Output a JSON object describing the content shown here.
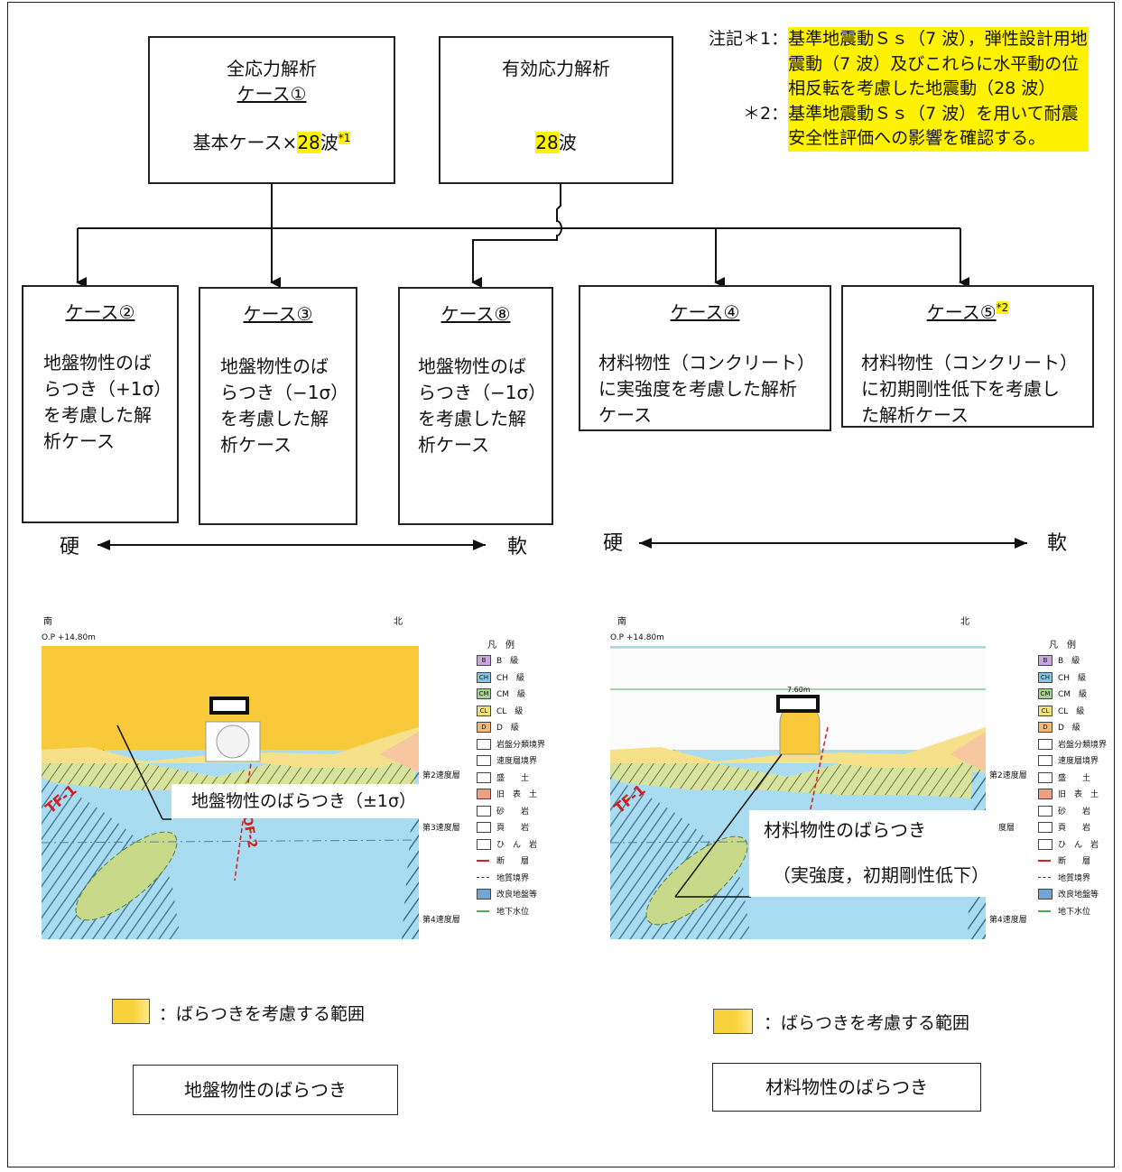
{
  "top_left_box": {
    "line1": "全応力解析",
    "line2": "ケース①",
    "line3_pre": "基本ケース×",
    "line3_num": "28",
    "line3_post": "波",
    "line3_sup": "*1"
  },
  "top_mid_box": {
    "line1": "有効応力解析",
    "num": "28",
    "post": "波"
  },
  "notes": {
    "n1_label": "注記＊1：",
    "n1_text": "基準地震動Ｓｓ（7 波），弾性設計用地震動（7 波）及びこれらに水平動の位相反転を考慮した地震動（28 波）",
    "n2_label": "＊2：",
    "n2_text": "基準地震動Ｓｓ（7 波）を用いて耐震安全性評価への影響を確認する。"
  },
  "cases": [
    {
      "title": "ケース②",
      "sup": "",
      "lines": [
        "地盤物性のば",
        "らつき（+1σ）",
        "を考慮した解",
        "析ケース"
      ]
    },
    {
      "title": "ケース③",
      "sup": "",
      "lines": [
        "地盤物性のば",
        "らつき（−1σ）",
        "を考慮した解",
        "析ケース"
      ]
    },
    {
      "title": "ケース⑧",
      "sup": "",
      "lines": [
        "地盤物性のば",
        "らつき（−1σ）",
        "を考慮した解",
        "析ケース"
      ]
    },
    {
      "title": "ケース④",
      "sup": "",
      "lines": [
        "材料物性（コンクリート）",
        "に実強度を考慮した解析",
        "ケース"
      ]
    },
    {
      "title": "ケース⑤",
      "sup": "*2",
      "lines": [
        "材料物性（コンクリート）",
        "に初期剛性低下を考慮し",
        "た解析ケース"
      ]
    }
  ],
  "scale_left": {
    "hard": "硬",
    "soft": "軟"
  },
  "scale_right": {
    "hard": "硬",
    "soft": "軟"
  },
  "figure_left": {
    "south": "南",
    "north": "北",
    "elev": "O.P +14.80m",
    "callout": "地盤物性のばらつき（±1σ）",
    "fault1": "TF-1",
    "fault2": "OF-2",
    "layer2": "第2速度層",
    "layer3": "第3速度層",
    "layer4": "第4速度層"
  },
  "figure_right": {
    "south": "南",
    "north": "北",
    "elev": "O.P +14.80m",
    "dim": "7.60m",
    "callout1": "材料物性のばらつき",
    "callout2": "（実強度，初期剛性低下）",
    "fault1": "TF-1",
    "layer2": "第2速度層",
    "layer3": "度層",
    "layer4": "第4速度層"
  },
  "legend": {
    "title": "凡　例",
    "items": [
      "B　級",
      "CH　級",
      "CM　級",
      "CL　級",
      "D　級",
      "岩盤分類境界",
      "速度層境界",
      "盛　　土",
      "旧　表　土",
      "砂　　岩",
      "頁　　岩",
      "ひ　ん　岩",
      "断　　層",
      "地質境界",
      "改良地盤等",
      "地下水位"
    ],
    "box_labels": [
      "B",
      "CH",
      "CM",
      "CL",
      "D"
    ],
    "colors": [
      "#c9a8e0",
      "#7fc6e8",
      "#a8d48a",
      "#f3e27a",
      "#f4b97a"
    ]
  },
  "legend_note_left": "：ばらつきを考慮する範囲",
  "legend_note_right": "：ばらつきを考慮する範囲",
  "caption_left": "地盤物性のばらつき",
  "caption_right": "材料物性のばらつき",
  "colors": {
    "highlight": "#fff200",
    "ground_yellow": "#f8c93a",
    "sky_blue": "#a9dcf0",
    "green_lens": "#c9d98a"
  }
}
